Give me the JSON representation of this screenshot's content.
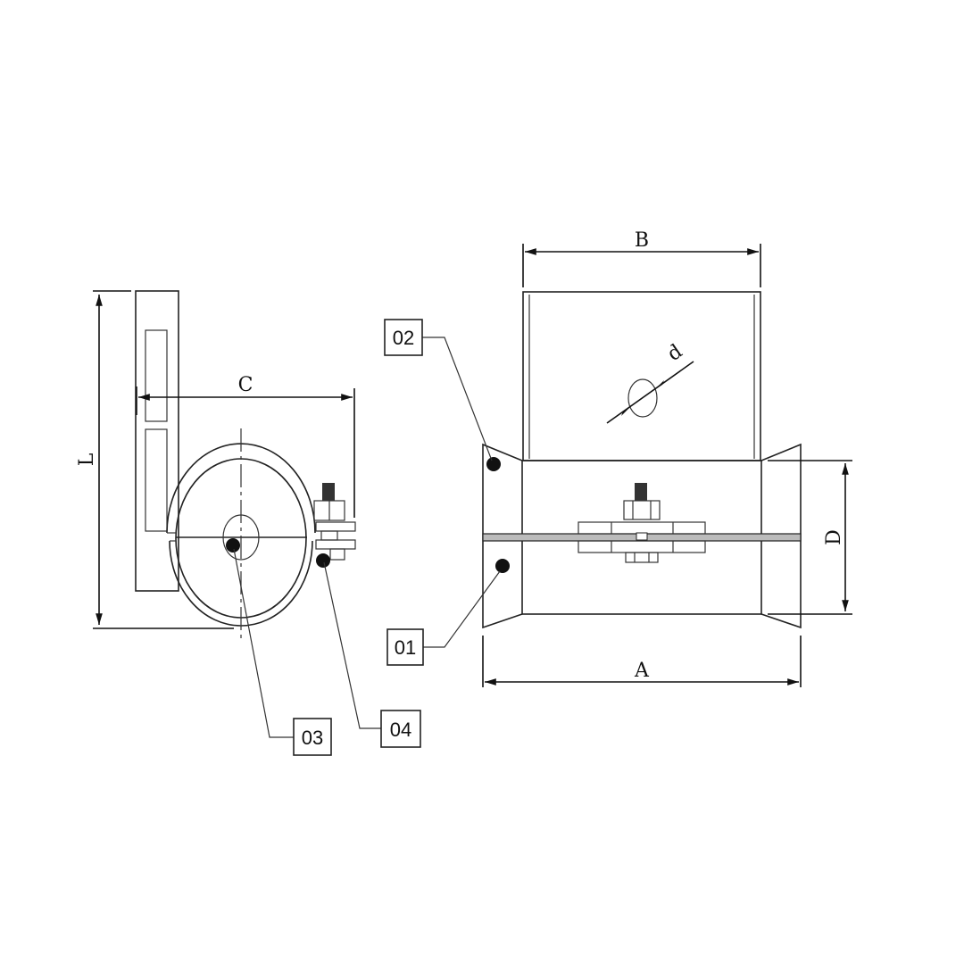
{
  "drawing": {
    "title": "Pipe clamp hanger technical drawing",
    "views": [
      "side-view",
      "front-view"
    ],
    "dimension_labels": {
      "L": "L",
      "C": "C",
      "B": "B",
      "d": "d",
      "D": "D",
      "A": "A"
    },
    "part_tags": [
      {
        "id": "02",
        "label": "02"
      },
      {
        "id": "01",
        "label": "01"
      },
      {
        "id": "03",
        "label": "03"
      },
      {
        "id": "04",
        "label": "04"
      }
    ],
    "colors": {
      "line": "#222222",
      "background": "#ffffff",
      "marker": "#111111"
    }
  }
}
